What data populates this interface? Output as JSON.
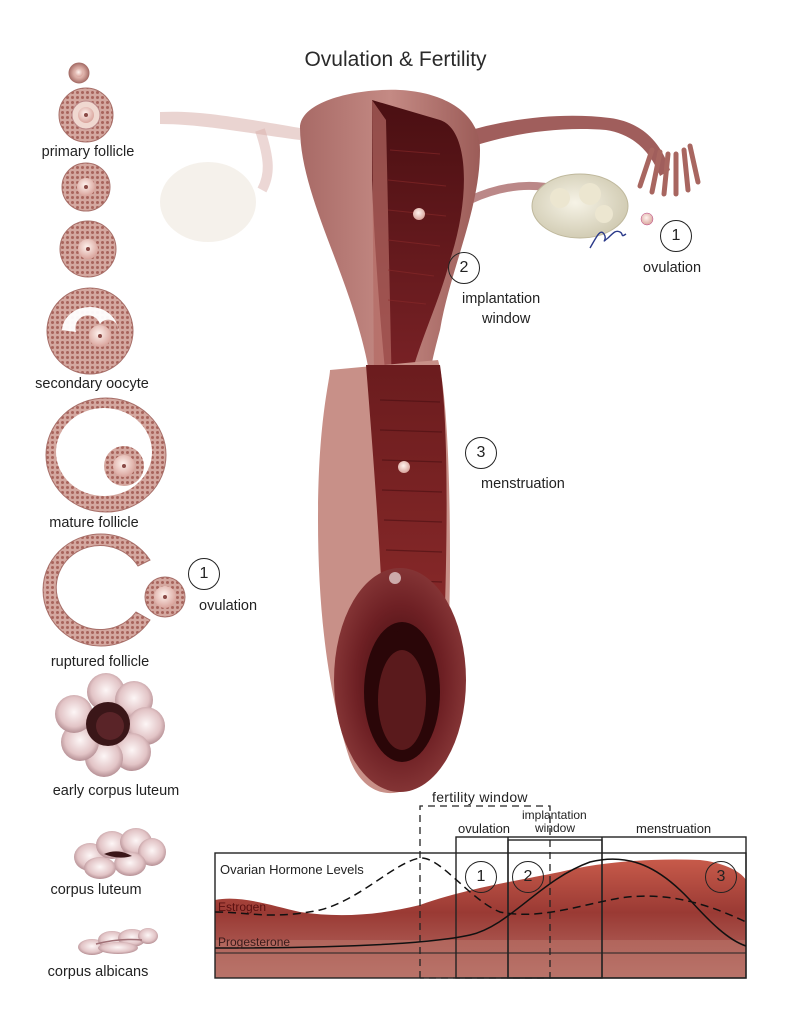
{
  "title": "Ovulation & Fertility",
  "stages": [
    {
      "label": "primary follicle"
    },
    {
      "label": "secondary oocyte"
    },
    {
      "label": "mature follicle"
    },
    {
      "label": "ruptured follicle"
    },
    {
      "label": "early corpus luteum"
    },
    {
      "label": "corpus luteum"
    },
    {
      "label": "corpus albicans"
    }
  ],
  "markers": {
    "one": "1",
    "two": "2",
    "three": "3"
  },
  "annotations": {
    "ovulation": "ovulation",
    "implantation_window_line1": "implantation",
    "implantation_window_line2": "window",
    "menstruation": "menstruation"
  },
  "chart": {
    "fertility_window": "fertility window",
    "ovulation": "ovulation",
    "implantation_line1": "implantation",
    "implantation_line2": "window",
    "menstruation": "menstruation",
    "hormone_title": "Ovarian Hormone Levels",
    "estrogen": "Estrogen",
    "progesterone": "Progesterone"
  },
  "colors": {
    "tissue_dark": "#5a1818",
    "tissue_mid": "#9a4a48",
    "tissue_light": "#c98a84",
    "follicle": "#c9908a",
    "ovary": "#e8e4d4"
  }
}
